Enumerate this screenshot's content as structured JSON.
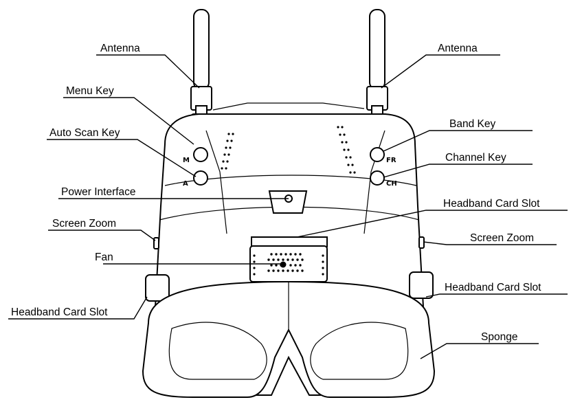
{
  "labels": {
    "antenna_left": "Antenna",
    "antenna_right": "Antenna",
    "menu_key": "Menu Key",
    "auto_scan_key": "Auto  Scan Key",
    "band_key": "Band Key",
    "channel_key": "Channel Key",
    "power_interface": "Power Interface",
    "headband_card_slot_top": "Headband Card Slot",
    "screen_zoom_left": "Screen Zoom",
    "screen_zoom_right": "Screen Zoom",
    "fan": "Fan",
    "headband_card_slot_right": "Headband Card Slot",
    "headband_card_slot_left": "Headband Card Slot",
    "sponge": "Sponge"
  },
  "button_marks": {
    "menu": "M",
    "auto_scan": "A",
    "band": "FR",
    "channel": "CH"
  }
}
